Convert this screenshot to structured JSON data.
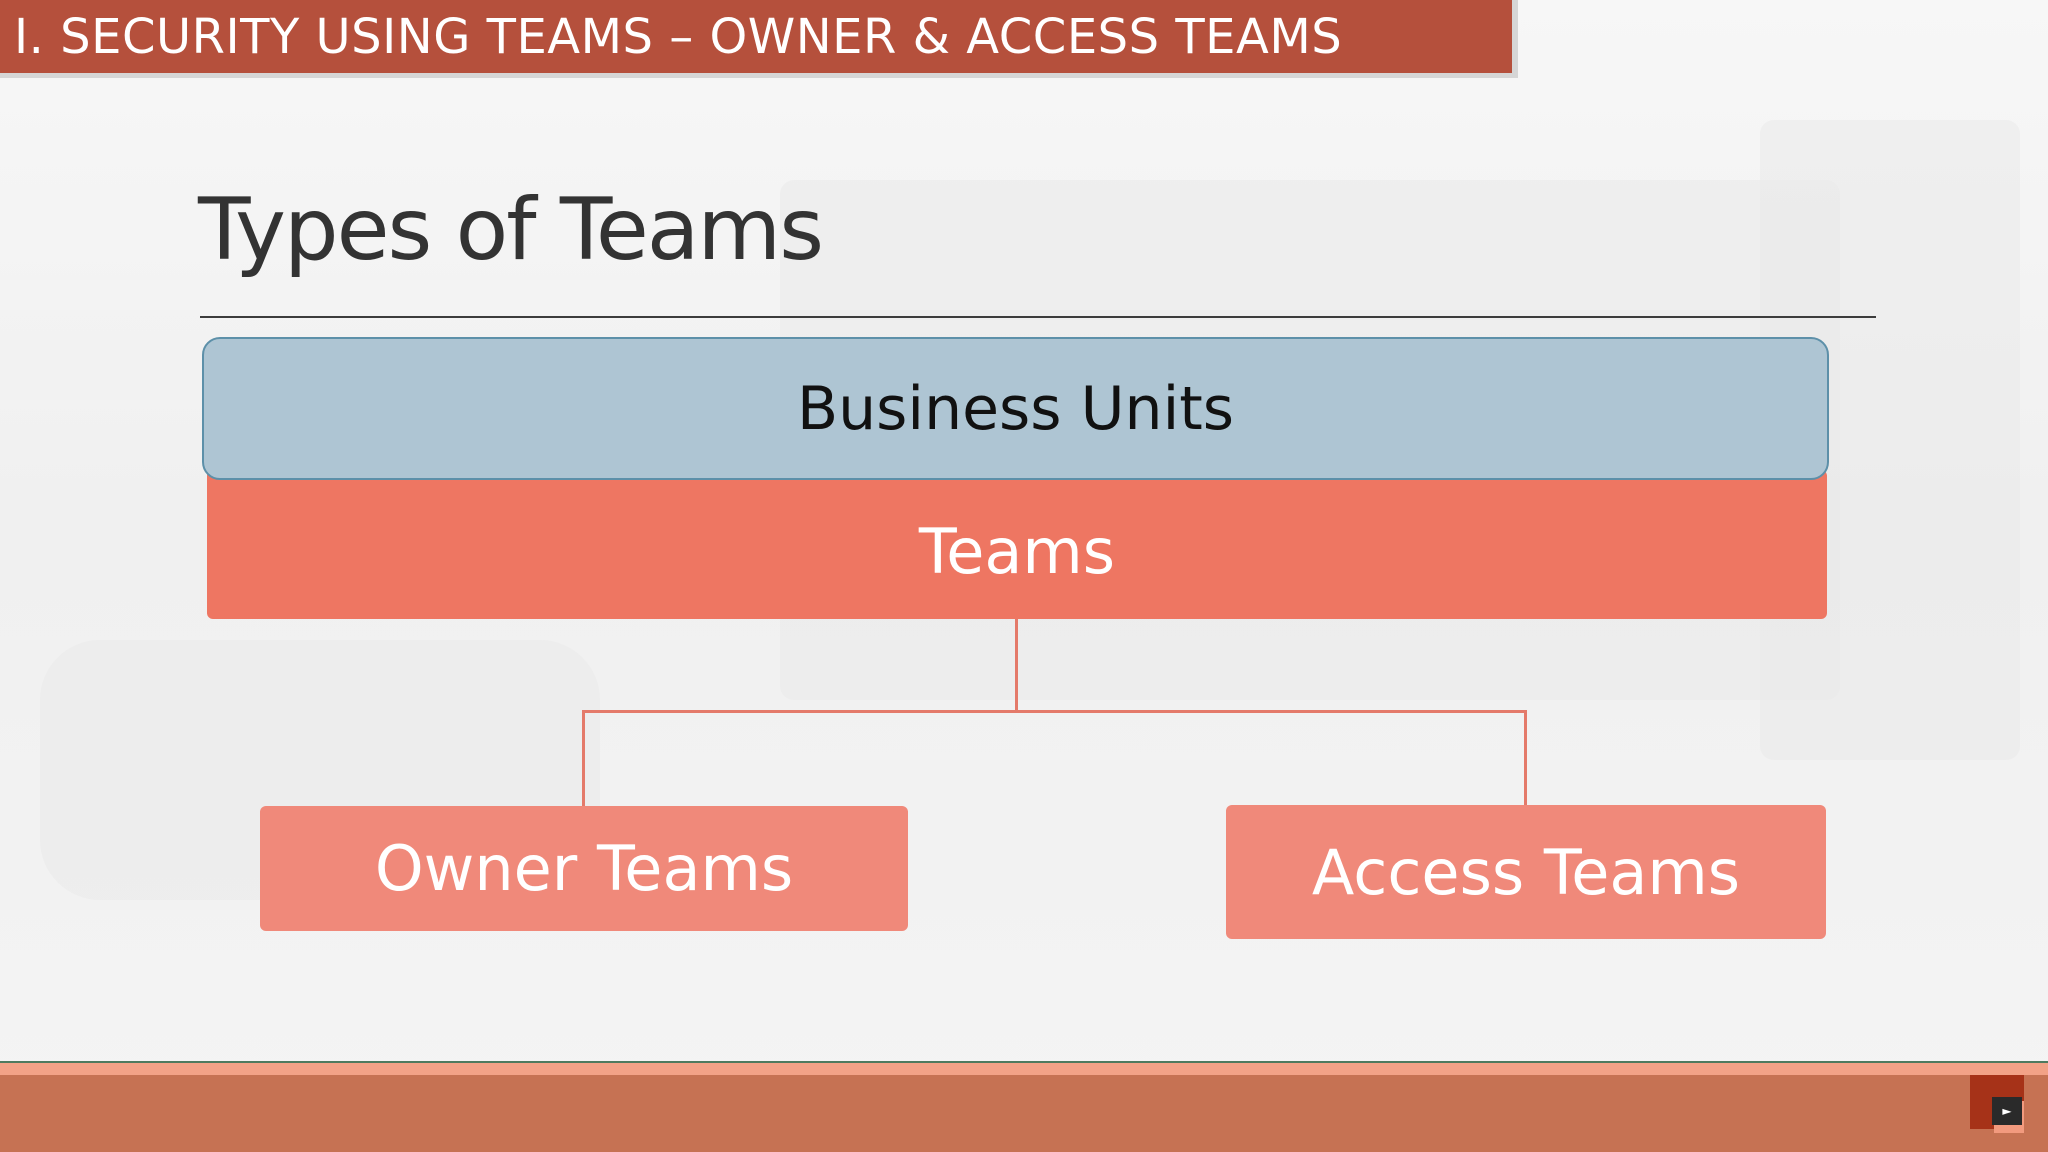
{
  "header": {
    "title": "I. SECURITY USING TEAMS – OWNER & ACCESS TEAMS"
  },
  "slide": {
    "heading": "Types of Teams"
  },
  "diagram": {
    "top_layer": "Business Units",
    "parent": "Teams",
    "children": [
      "Owner Teams",
      "Access Teams"
    ]
  },
  "footer": {
    "play_icon": "►"
  },
  "colors": {
    "header_bar": "#b5503c",
    "business_units": "#aec5d3",
    "teams": "#ee7662",
    "child_teams": "#f0897a",
    "footer_bar": "#c67253"
  }
}
